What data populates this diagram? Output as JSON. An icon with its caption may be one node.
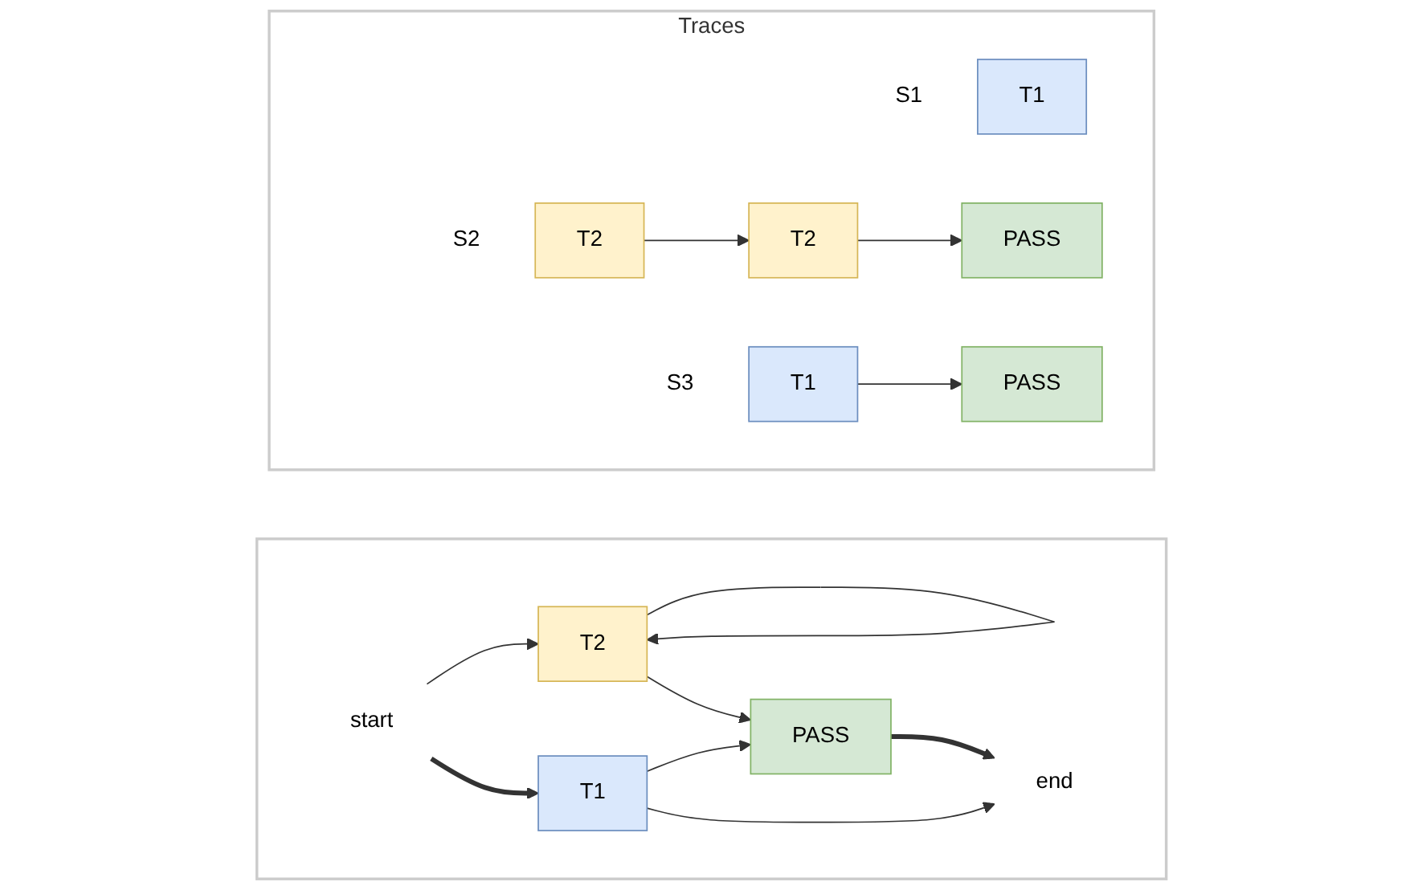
{
  "diagram": {
    "nodes": [
      {
        "text": [
          "Traces"
        ]
      },
      {
        "text": [
          "T1"
        ],
        "in": 0,
        "beside": [
          "S1"
        ]
      },
      {
        "text": [
          "T2"
        ],
        "in": 0,
        "beside": [
          "S2"
        ]
      },
      {
        "text": [
          "T2"
        ],
        "in": 0
      },
      {
        "text": [
          "PASS"
        ],
        "in": 0
      },
      {
        "text": [
          "T1"
        ],
        "in": 0,
        "beside": [
          "S3"
        ]
      },
      {
        "text": [
          "PASS"
        ],
        "in": 0
      },
      {
        "text": [],
        "shape": "box"
      },
      {
        "text": [
          "start"
        ],
        "in": 7
      },
      {
        "text": [
          "T1"
        ],
        "in": 7
      },
      {
        "text": [
          "T2"
        ],
        "in": 7
      },
      {
        "text": [
          "PASS"
        ],
        "in": 7
      },
      {
        "text": [
          "end"
        ],
        "in": 7
      }
    ],
    "edges": [
      {
        "from": 2,
        "to": 3,
        "arrow": "to"
      },
      {
        "from": 3,
        "to": 4,
        "arrow": "to"
      },
      {
        "from": 5,
        "to": 6,
        "arrow": "to"
      },
      {
        "from": 8,
        "to": 9,
        "arrow": "to",
        "style": "thick"
      },
      {
        "from": 8,
        "to": 10,
        "arrow": "to"
      },
      {
        "from": 10,
        "to": 10,
        "arrow": "to"
      },
      {
        "from": 10,
        "to": 11,
        "arrow": "to"
      },
      {
        "from": 11,
        "to": 12,
        "arrow": "to",
        "style": "thick"
      },
      {
        "from": 9,
        "to": 11,
        "arrow": "to"
      },
      {
        "from": 9,
        "to": 12,
        "arrow": "to"
      }
    ]
  }
}
